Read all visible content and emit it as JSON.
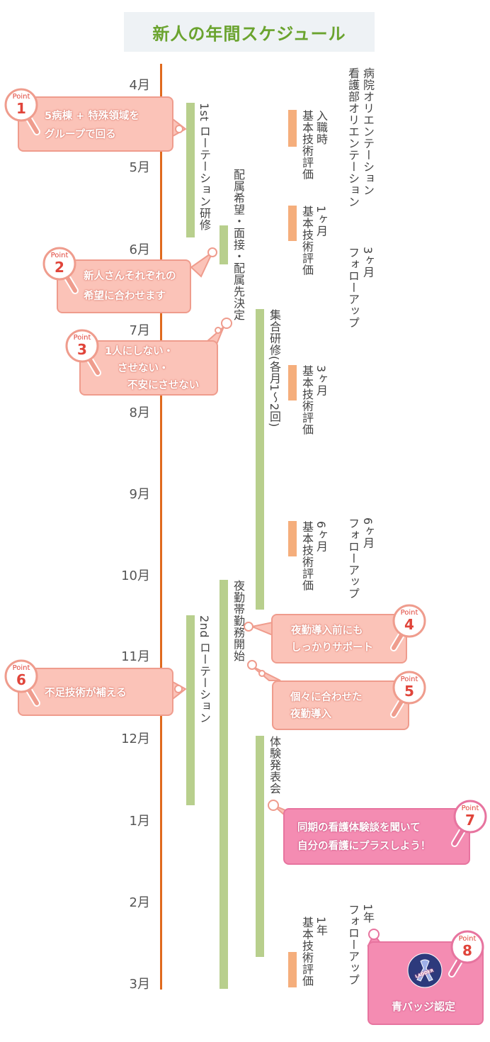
{
  "title": "新人の年間スケジュール",
  "months": [
    "4月",
    "5月",
    "6月",
    "7月",
    "8月",
    "9月",
    "10月",
    "11月",
    "12月",
    "1月",
    "2月",
    "3月"
  ],
  "labels": {
    "rotation1": "1st ローテーション研修",
    "assign": "配属希望・面接・配属先決定",
    "group": "集合研修(各月1〜2回)",
    "night": "夜勤帯勤務開始",
    "rotation2": "2nd ローテーション",
    "present": "体験発表会",
    "eval_entry_1": "入職時",
    "eval_entry_2": "基本技術評価",
    "eval_1m_1": "1ヶ月",
    "eval_1m_2": "基本技術評価",
    "eval_3m_1": "3ヶ月",
    "eval_3m_2": "基本技術評価",
    "eval_6m_1": "6ヶ月",
    "eval_6m_2": "基本技術評価",
    "eval_1y_1": "1年",
    "eval_1y_2": "基本技術評価",
    "orient_1": "病院オリエンテーション",
    "orient_2": "看護部オリエンテーション",
    "follow_3m_1": "3ヶ月",
    "follow_3m_2": "フォローアップ",
    "follow_6m_1": "6ヶ月",
    "follow_6m_2": "フォローアップ",
    "follow_1y_1": "1年",
    "follow_1y_2": "フォローアップ"
  },
  "points": {
    "word": "Point",
    "p1": {
      "num": "1",
      "line1": "5病棟 + 特殊領域を",
      "line2": "グループで回る"
    },
    "p2": {
      "num": "2",
      "line1": "新人さんそれぞれの",
      "line2": "希望に合わせます"
    },
    "p3": {
      "num": "3",
      "line1": "1人にしない・",
      "line2": "させない・",
      "line3": "不安にさせない"
    },
    "p4": {
      "num": "4",
      "line1": "夜勤導入前にも",
      "line2": "しっかりサポート"
    },
    "p5": {
      "num": "5",
      "line1": "個々に合わせた",
      "line2": "夜勤導入"
    },
    "p6": {
      "num": "6",
      "line1": "不足技術が補える"
    },
    "p7": {
      "num": "7",
      "line1": "同期の看護体験談を聞いて",
      "line2": "自分の看護にプラスしよう！"
    },
    "p8": {
      "num": "8",
      "line1": "青バッジ認定",
      "ribbon": "LADDER"
    }
  },
  "colors": {
    "timeline": "#e06a1e",
    "bar_green": "#b8cf8d",
    "bar_orange": "#f5ae7c",
    "callout": "#fbc3b8",
    "callout_pink": "#f48cb2",
    "title": "#6aa32e",
    "point_number": "#e0443a"
  }
}
